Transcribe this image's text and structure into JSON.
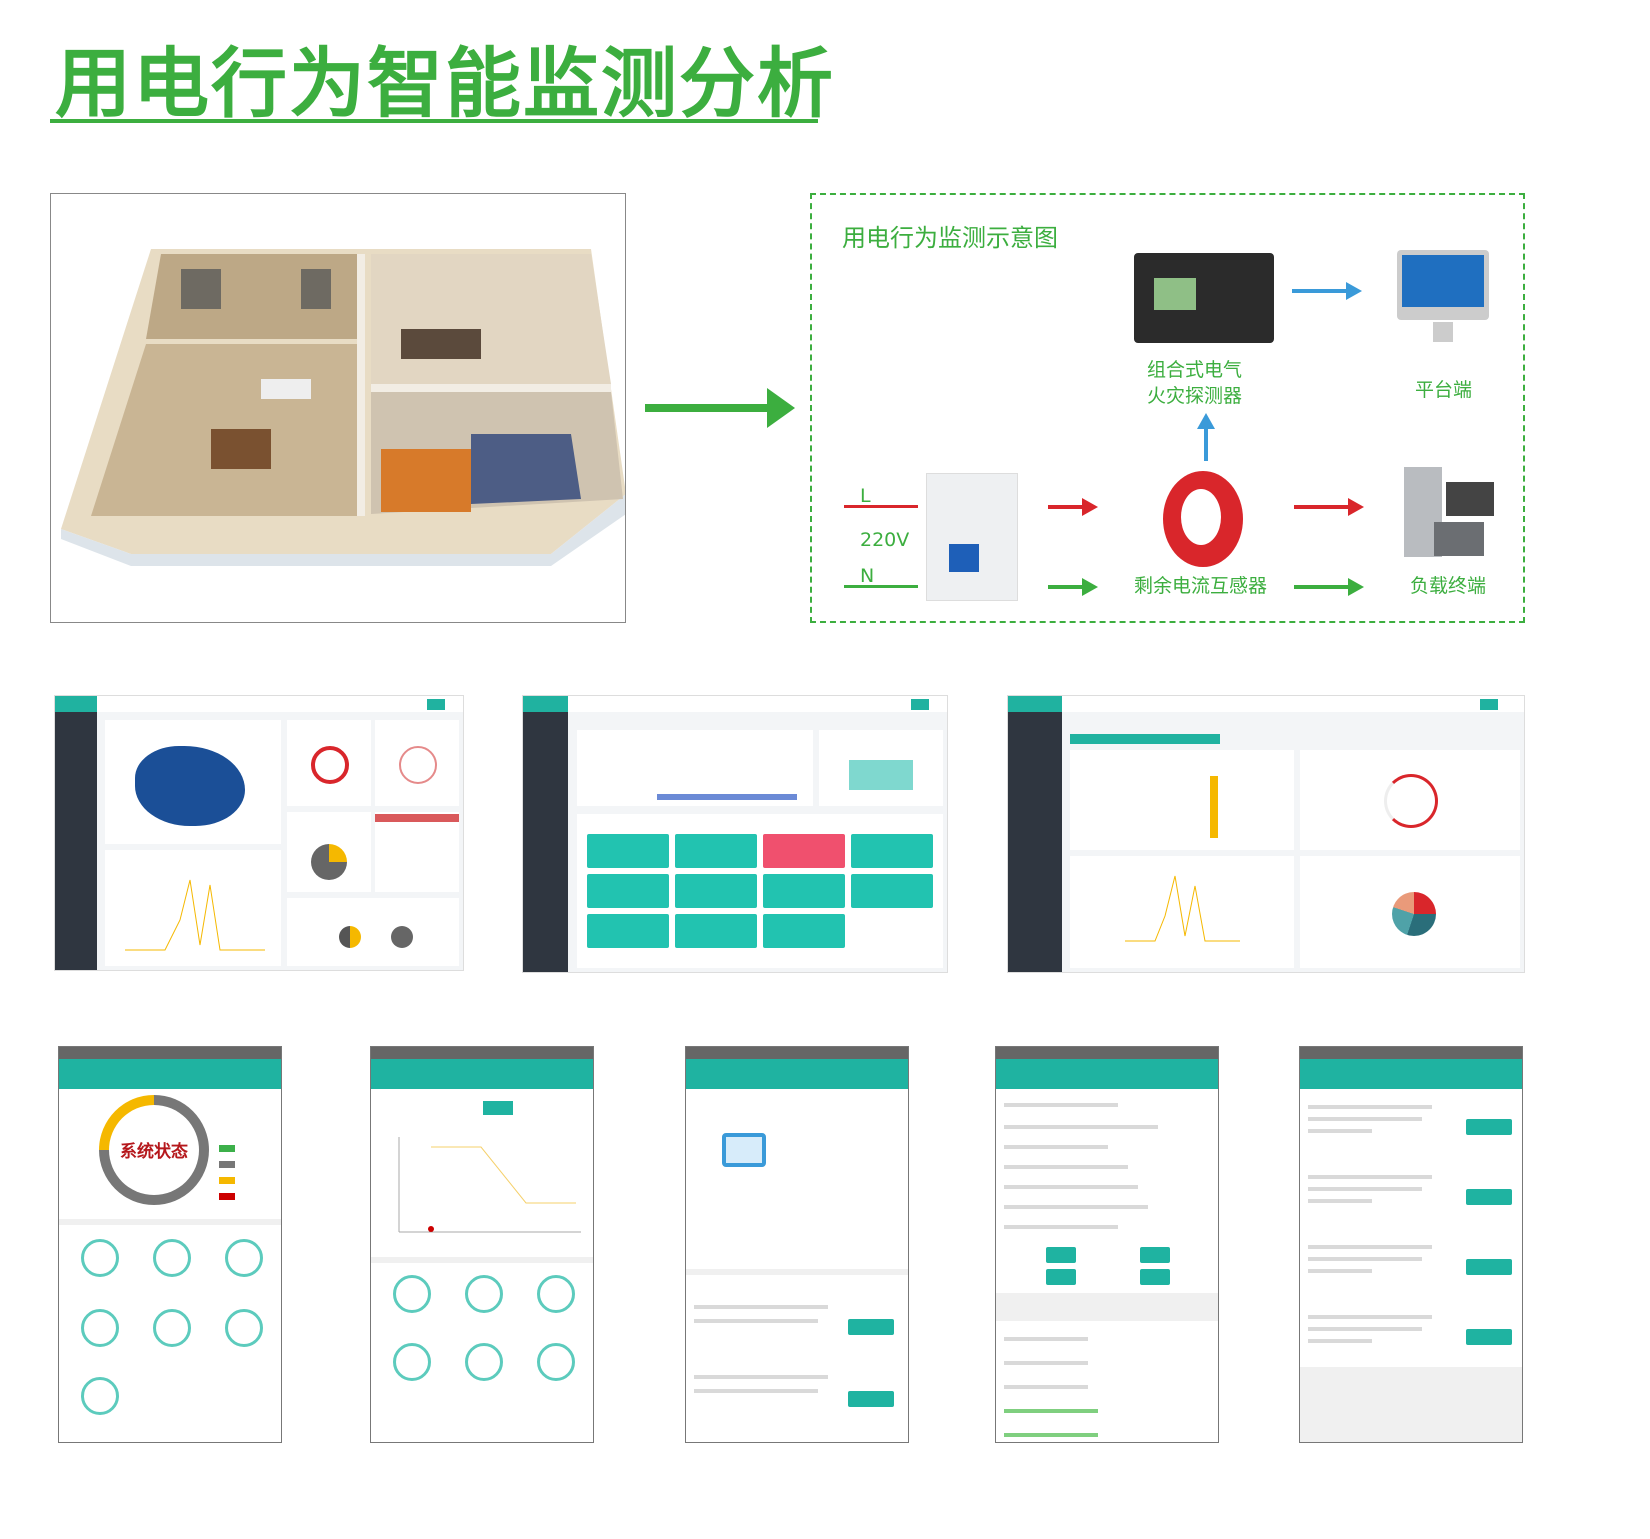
{
  "title": "用电行为智能监测分析",
  "diagram": {
    "heading": "用电行为监测示意图",
    "detector": "组合式电气\n火灾探测器",
    "detector_line1": "组合式电气",
    "detector_line2": "火灾探测器",
    "platform": "平台端",
    "sensor": "剩余电流互感器",
    "load": "负载终端",
    "line_L": "L",
    "voltage": "220V",
    "line_N": "N"
  },
  "phone1": {
    "center_label": "系统状态"
  },
  "colors": {
    "brand_green": "#3cae3f",
    "teal": "#1fb3a1",
    "signal_blue": "#3a9ad9",
    "live_red": "#d9262b",
    "warn_yellow": "#f5b800"
  }
}
